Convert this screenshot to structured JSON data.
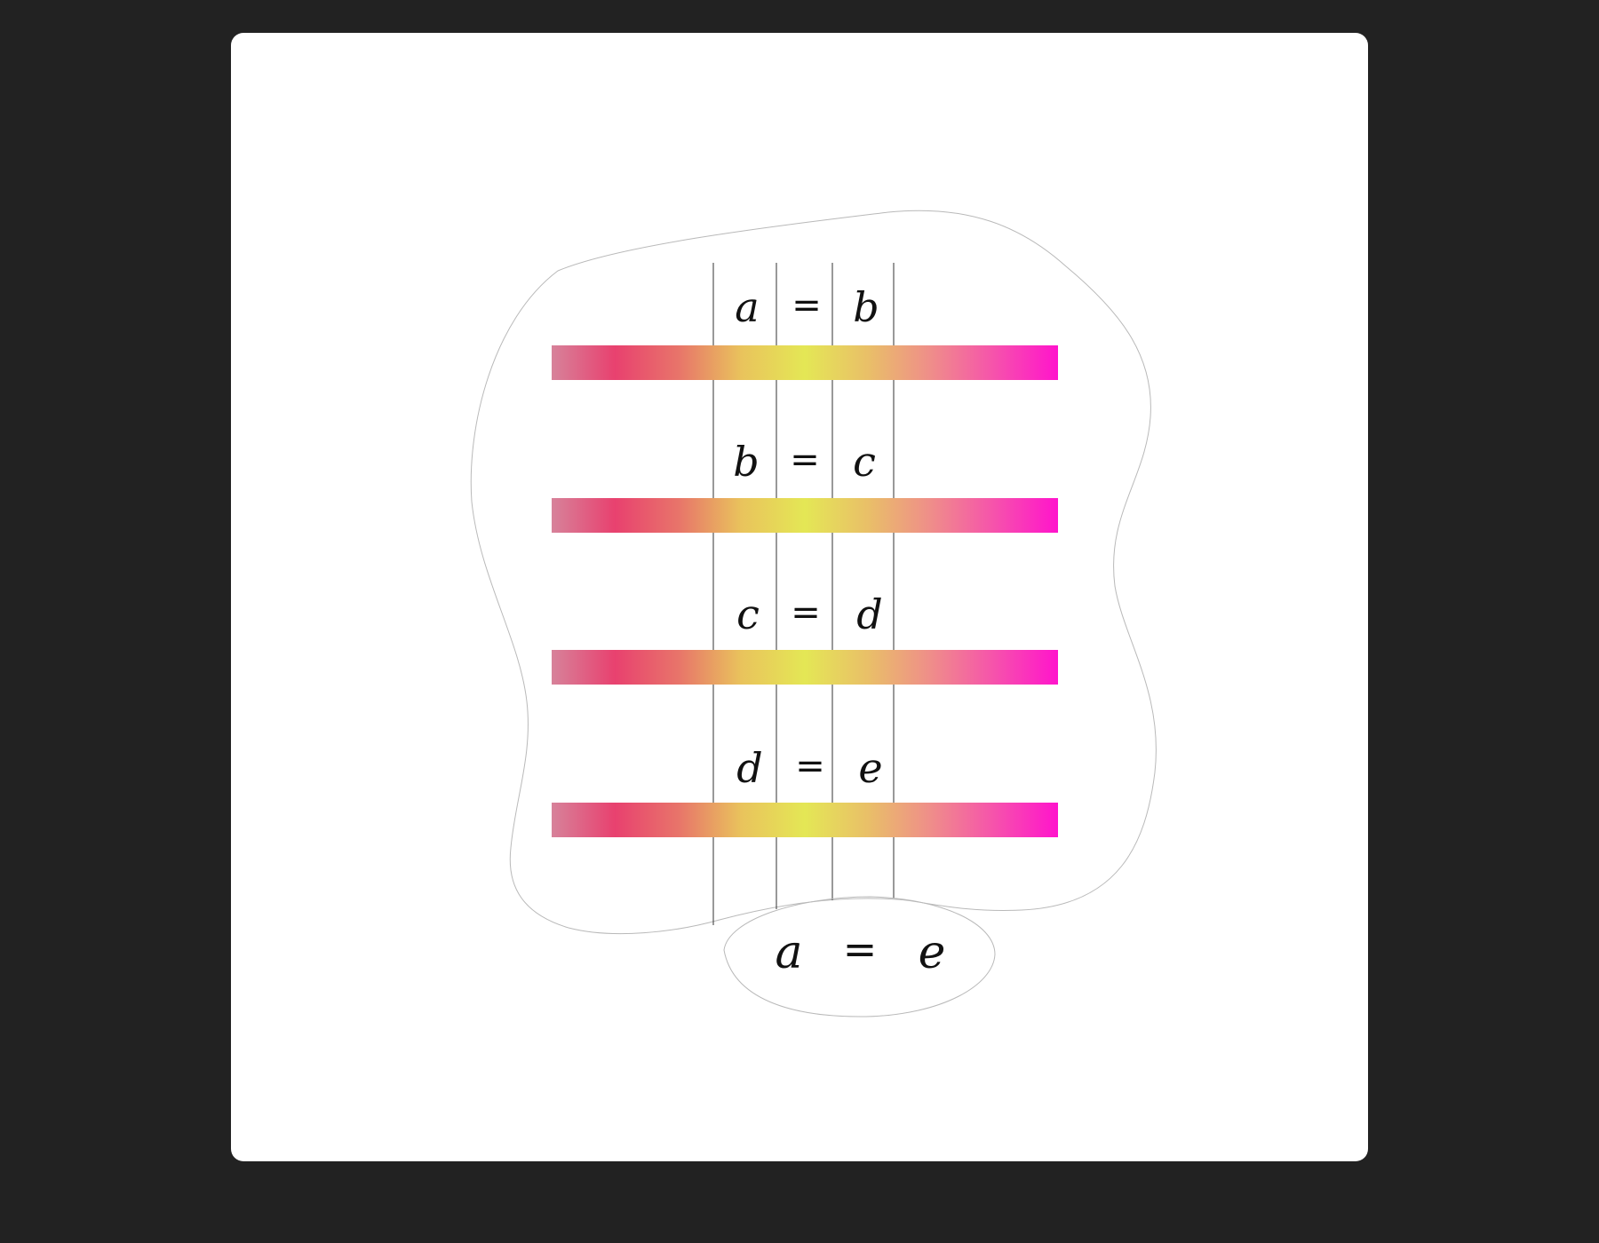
{
  "diagram": {
    "rows": [
      {
        "left": "a",
        "op": "=",
        "right": "b"
      },
      {
        "left": "b",
        "op": "=",
        "right": "c"
      },
      {
        "left": "c",
        "op": "=",
        "right": "d"
      },
      {
        "left": "d",
        "op": "=",
        "right": "e"
      }
    ],
    "conclusion": {
      "left": "a",
      "op": "=",
      "right": "e"
    },
    "bar_gradient": [
      "#d7829a",
      "#e8416f",
      "#e8746a",
      "#e9c35c",
      "#e4e755",
      "#e9bf68",
      "#ef8d8a",
      "#f652ac",
      "#ff14cc"
    ],
    "outline_color": "#b9b9b9",
    "guide_line_color": "#333333"
  }
}
